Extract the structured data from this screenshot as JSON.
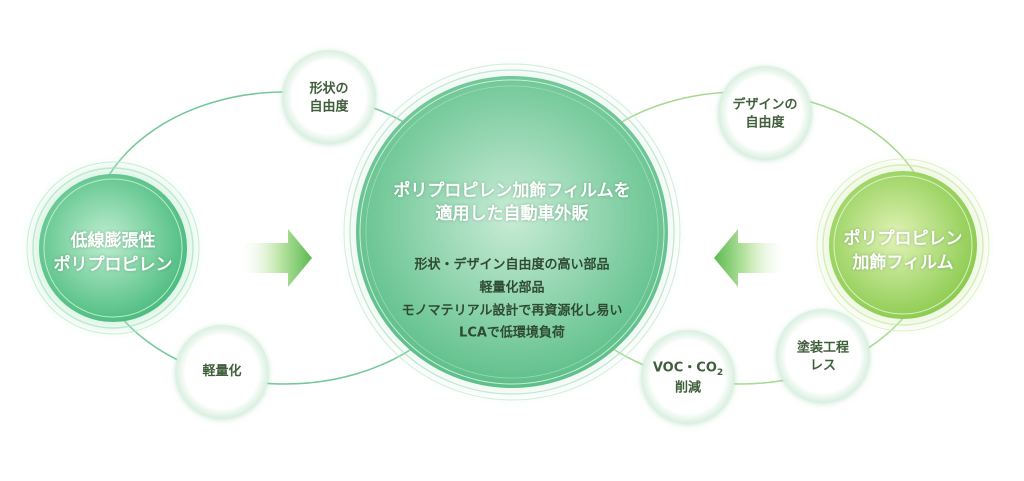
{
  "colors": {
    "center_light": "#c9ecd6",
    "center_dark": "#5dbf8a",
    "left_light": "#bfeed1",
    "left_dark": "#45b97a",
    "right_light": "#e2f3b6",
    "right_dark": "#86c94a",
    "text_dark": "#3f5f3a",
    "arrow_green": "#5aba4f",
    "loop_left": "#74c99a",
    "loop_right": "#a6d98f"
  },
  "center": {
    "title_line1": "ポリプロピレン加飾フィルムを",
    "title_line2": "適用した自動車外販",
    "items": [
      "形状・デザイン自由度の高い部品",
      "軽量化部品",
      "モノマテリアル設計で再資源化し易い",
      "LCAで低環境負荷"
    ]
  },
  "left_main": {
    "line1": "低線膨張性",
    "line2": "ポリプロピレン"
  },
  "right_main": {
    "line1": "ポリプロピレン",
    "line2": "加飾フィルム"
  },
  "benefits": {
    "shape_freedom": {
      "line1": "形状の",
      "line2": "自由度"
    },
    "weight_reduction": {
      "line1": "軽量化"
    },
    "design_freedom": {
      "line1": "デザインの",
      "line2": "自由度"
    },
    "coating_less": {
      "line1": "塗装工程",
      "line2": "レス"
    },
    "voc_co2": {
      "line1_prefix": "VOC・CO",
      "line1_sub": "2",
      "line2": "削減"
    }
  },
  "icons": {
    "left_arrow": "arrow-right-icon",
    "right_arrow": "arrow-left-icon"
  }
}
